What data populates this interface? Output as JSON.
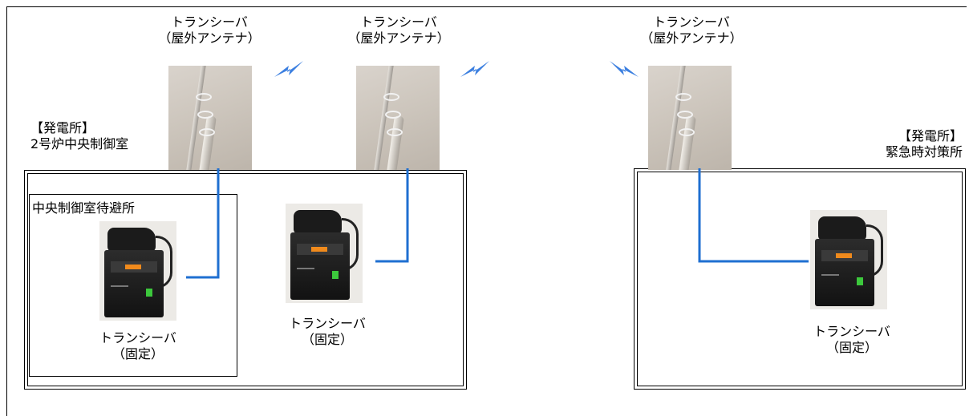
{
  "antennas": [
    {
      "label_line1": "トランシーバ",
      "label_line2": "（屋外アンテナ）"
    },
    {
      "label_line1": "トランシーバ",
      "label_line2": "（屋外アンテナ）"
    },
    {
      "label_line1": "トランシーバ",
      "label_line2": "（屋外アンテナ）"
    }
  ],
  "left_station": {
    "tag": "【発電所】",
    "name": "2号炉中央制御室"
  },
  "right_station": {
    "tag": "【発電所】",
    "name": "緊急時対策所"
  },
  "shelter": {
    "name": "中央制御室待避所"
  },
  "radios": [
    {
      "label_line1": "トランシーバ",
      "label_line2": "（固定）"
    },
    {
      "label_line1": "トランシーバ",
      "label_line2": "（固定）"
    },
    {
      "label_line1": "トランシーバ",
      "label_line2": "（固定）"
    }
  ],
  "colors": {
    "wire": "#1f6fd1",
    "bolt": "#3d80e0"
  }
}
